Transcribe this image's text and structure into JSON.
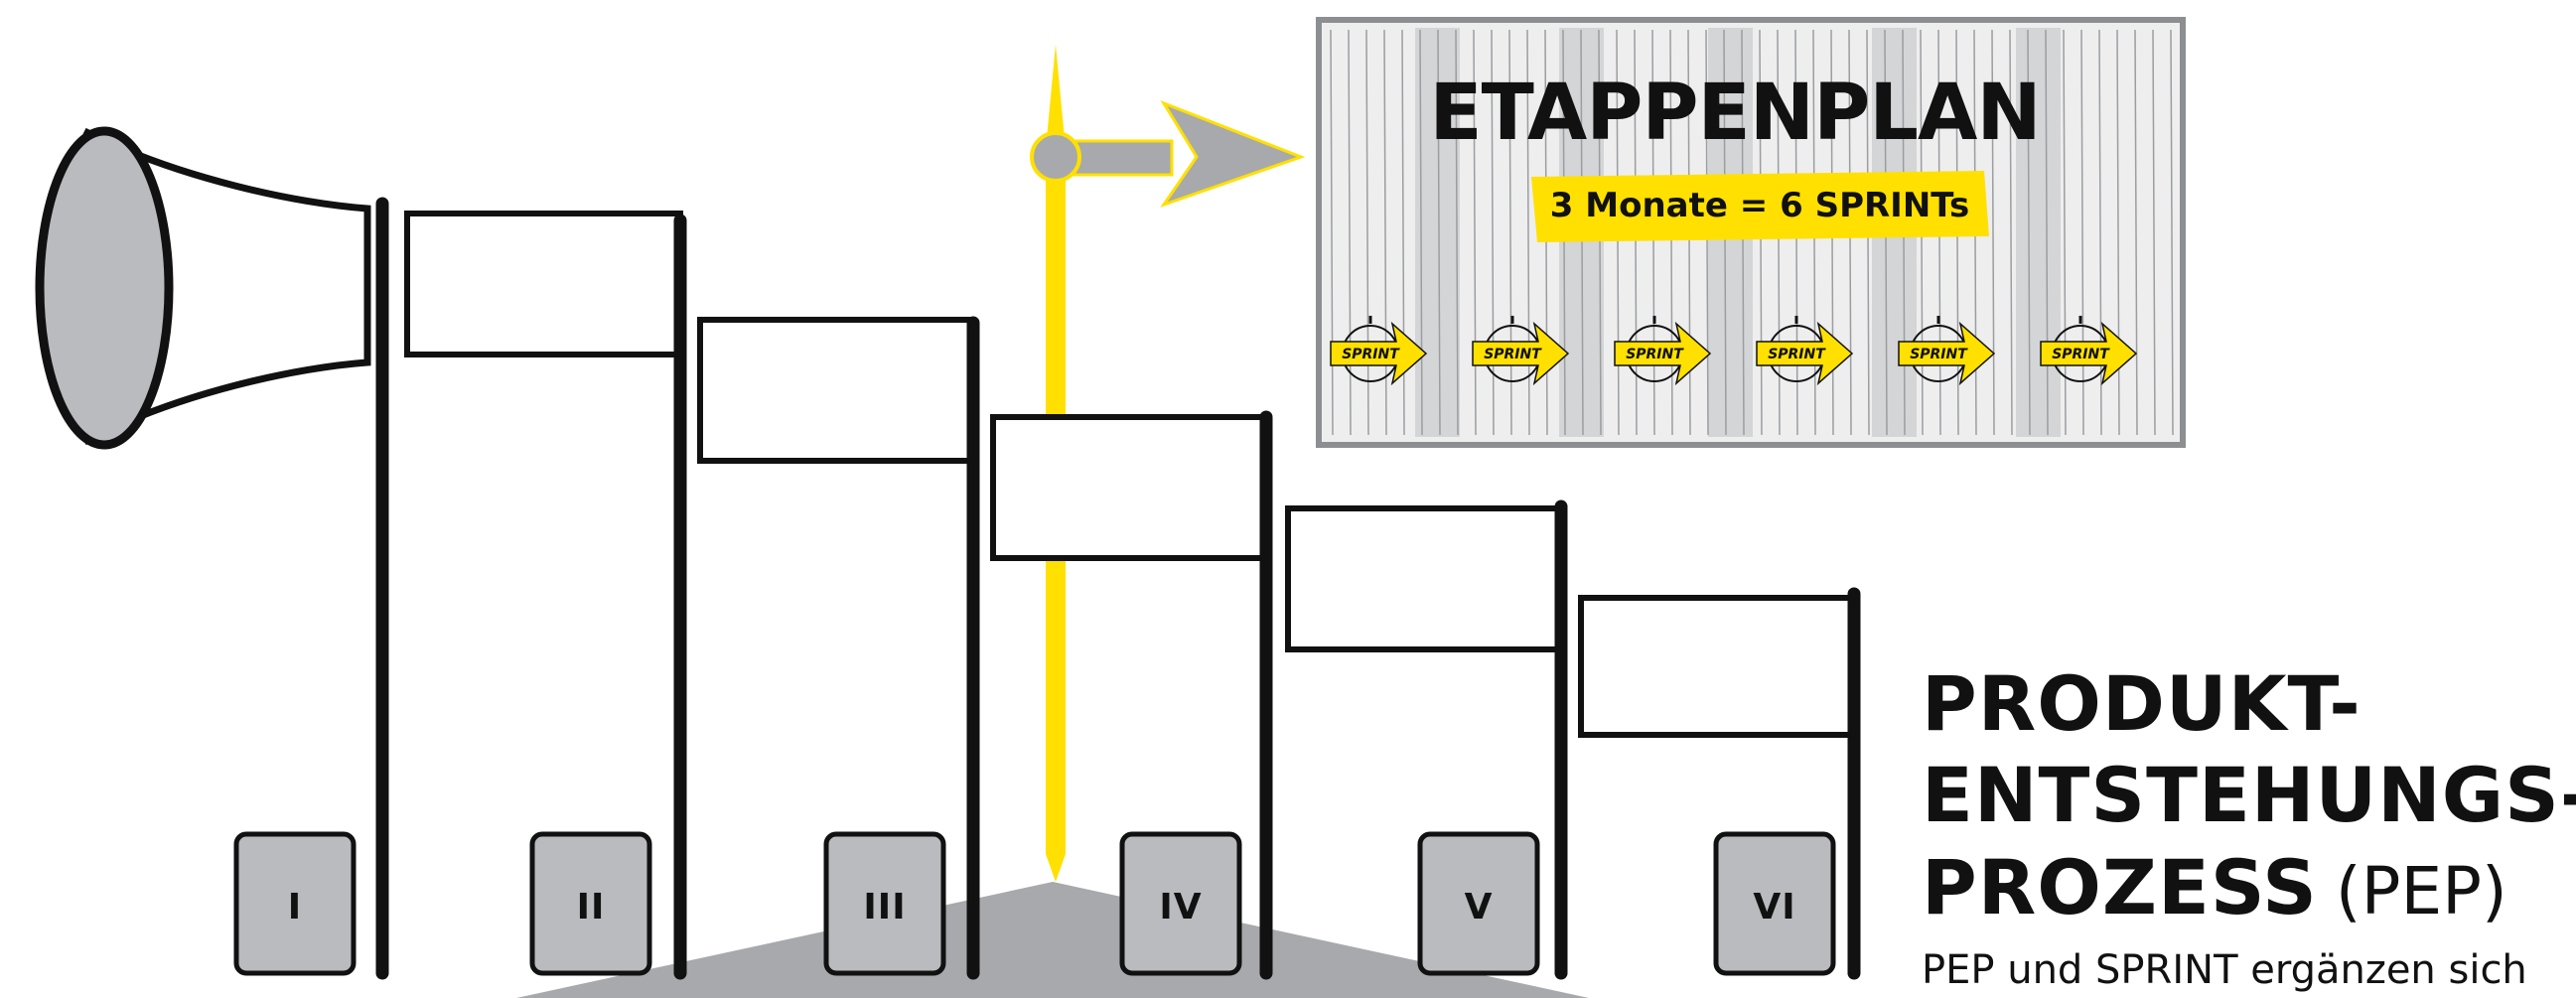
{
  "plan": {
    "title": "ETAPPENPLAN",
    "subtitle": "3 Monate = 6 SPRINTs",
    "sprint_label": "SPRINT",
    "sprint_count": 6
  },
  "stages": [
    "I",
    "II",
    "III",
    "IV",
    "V",
    "VI"
  ],
  "heading": {
    "line1": "PRODUKT-",
    "line2": "ENTSTEHUNGS-",
    "line3": "PROZESS",
    "line3_suffix": "(PEP)",
    "subtitle": "PEP und SPRINT ergänzen sich"
  },
  "colors": {
    "yellow": "#FFE000",
    "gray": "#B9BBBE",
    "dark_gray": "#9FA1A4",
    "black": "#111111"
  }
}
